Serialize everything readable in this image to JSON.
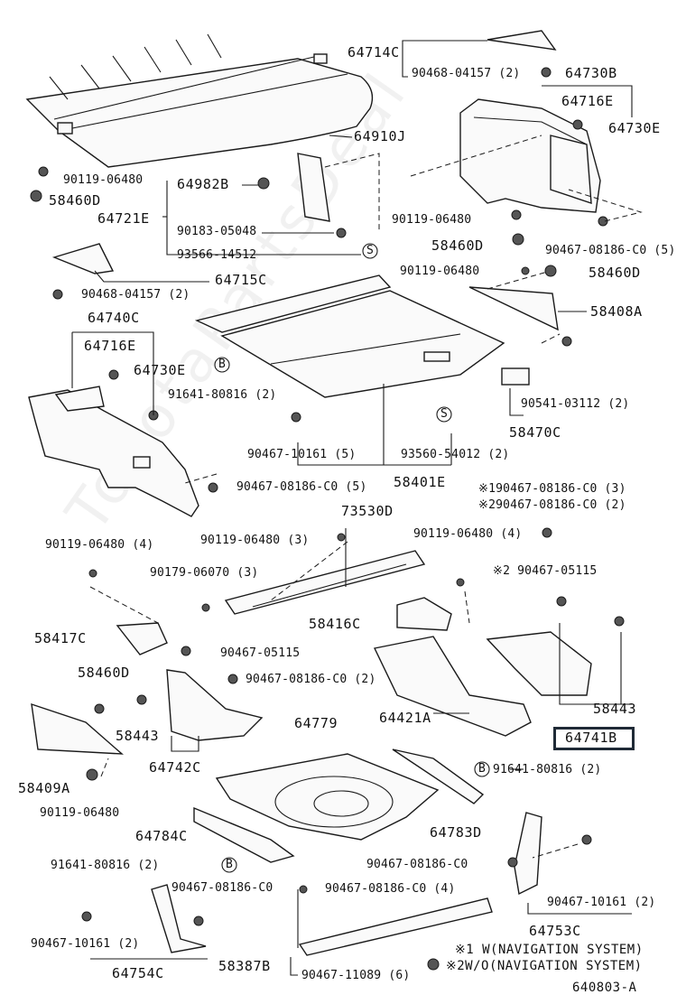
{
  "watermark": "ToyotaPartsDeal",
  "labels": {
    "p64714C": "64714C",
    "p90468_04157_top": "90468-04157 (2)",
    "p64730B": "64730B",
    "p64716E_r": "64716E",
    "p64730E_r": "64730E",
    "p64910J": "64910J",
    "p90119_06480_a": "90119-06480",
    "p58460D_a": "58460D",
    "p64982B": "64982B",
    "p64721E": "64721E",
    "p90183_05048": "90183-05048",
    "p93566_14512": "93566-14512",
    "p90119_06480_b": "90119-06480",
    "p58460D_b": "58460D",
    "p90467_08186_r": "90467-08186-C0 (5)",
    "p90119_06480_c": "90119-06480",
    "p58460D_c": "58460D",
    "p64715C": "64715C",
    "p90468_04157_l": "90468-04157 (2)",
    "p58408A": "58408A",
    "p64740C": "64740C",
    "p64716E_l": "64716E",
    "p64730E_l": "64730E",
    "p91641_80816_a": "91641-80816 (2)",
    "p90541_03112": "90541-03112 (2)",
    "p58470C": "58470C",
    "p90467_10161_a": "90467-10161 (5)",
    "p93560_54012": "93560-54012 (2)",
    "p90467_08186_l": "90467-08186-C0 (5)",
    "p58401E": "58401E",
    "p_note1": "※190467-08186-C0 (3)",
    "p_note2": "※290467-08186-C0 (2)",
    "p73530D": "73530D",
    "p90119_06480_d": "90119-06480 (4)",
    "p90119_06480_e": "90119-06480 (3)",
    "p90119_06480_f": "90119-06480 (4)",
    "p90179_06070": "90179-06070 (3)",
    "p90467_05115_r": "※2 90467-05115",
    "p58416C": "58416C",
    "p58417C": "58417C",
    "p90467_05115_l": "90467-05115",
    "p90467_08186_m": "90467-08186-C0 (2)",
    "p58460D_d": "58460D",
    "p64779": "64779",
    "p64421A": "64421A",
    "p58443_r": "58443",
    "p58443_l": "58443",
    "p64741B": "64741B",
    "p58409A": "58409A",
    "p64742C": "64742C",
    "p91641_80816_b": "91641-80816 (2)",
    "p90119_06480_g": "90119-06480",
    "p64784C": "64784C",
    "p64783D": "64783D",
    "p91641_80816_c": "91641-80816 (2)",
    "p90467_08186_s": "90467-08186-C0",
    "p90467_08186_t": "90467-08186-C0",
    "p90467_08186_u": "90467-08186-C0 (4)",
    "p90467_10161_b": "90467-10161 (2)",
    "p90467_10161_c": "90467-10161 (2)",
    "p64753C": "64753C",
    "p64754C": "64754C",
    "p58387B": "58387B",
    "p90467_11089": "90467-11089 (6)",
    "note_nav1": "※1 W(NAVIGATION SYSTEM)",
    "note_nav2": "※2W/O(NAVIGATION SYSTEM)",
    "diagram_id": "640803-A"
  },
  "symbols": {
    "s": "S",
    "b": "B"
  },
  "highlight_part": "64741B",
  "colors": {
    "line": "#1a1a1a",
    "highlight_border": "#1f2a36"
  }
}
